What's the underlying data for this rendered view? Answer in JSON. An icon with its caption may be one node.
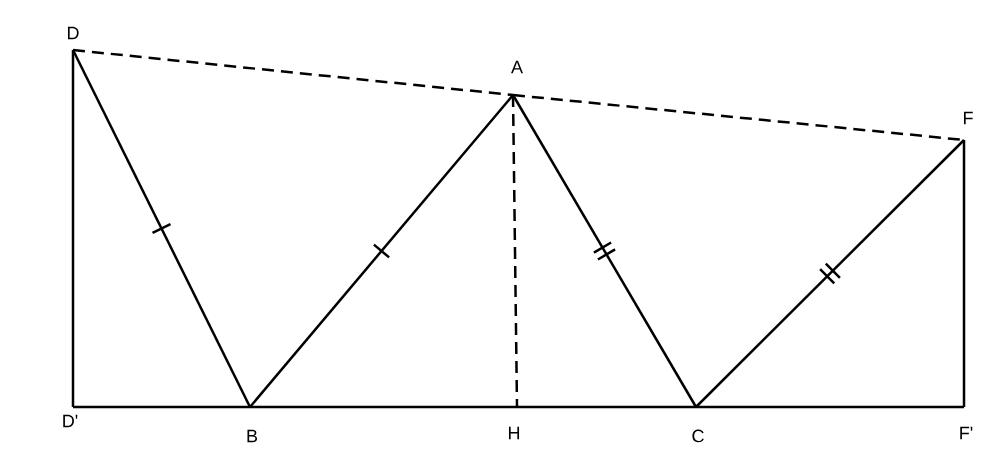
{
  "diagram": {
    "nodes": [
      {
        "text": [
          "D"
        ]
      },
      {
        "text": [
          "A"
        ]
      },
      {
        "text": [
          "F"
        ]
      },
      {
        "text": [
          "D'"
        ]
      },
      {
        "text": [
          "B"
        ]
      },
      {
        "text": [
          "H"
        ]
      },
      {
        "text": [
          "C"
        ]
      },
      {
        "text": [
          "F'"
        ]
      }
    ],
    "edges": [
      {
        "from": 0,
        "to": 1,
        "arrow": "none",
        "style": "dashed"
      },
      {
        "from": 1,
        "to": 2,
        "arrow": "none",
        "style": "dashed"
      },
      {
        "from": 0,
        "to": 3,
        "arrow": "none"
      },
      {
        "from": 3,
        "to": 4,
        "arrow": "none"
      },
      {
        "from": 4,
        "to": 5,
        "arrow": "none"
      },
      {
        "from": 5,
        "to": 6,
        "arrow": "none"
      },
      {
        "from": 6,
        "to": 7,
        "arrow": "none"
      },
      {
        "from": 2,
        "to": 7,
        "arrow": "none"
      },
      {
        "from": 0,
        "to": 4,
        "arrow": "none"
      },
      {
        "from": 4,
        "to": 1,
        "arrow": "none"
      },
      {
        "from": 1,
        "to": 6,
        "arrow": "none"
      },
      {
        "from": 6,
        "to": 2,
        "arrow": "none"
      },
      {
        "from": 1,
        "to": 5,
        "arrow": "none",
        "style": "dashed"
      }
    ]
  }
}
